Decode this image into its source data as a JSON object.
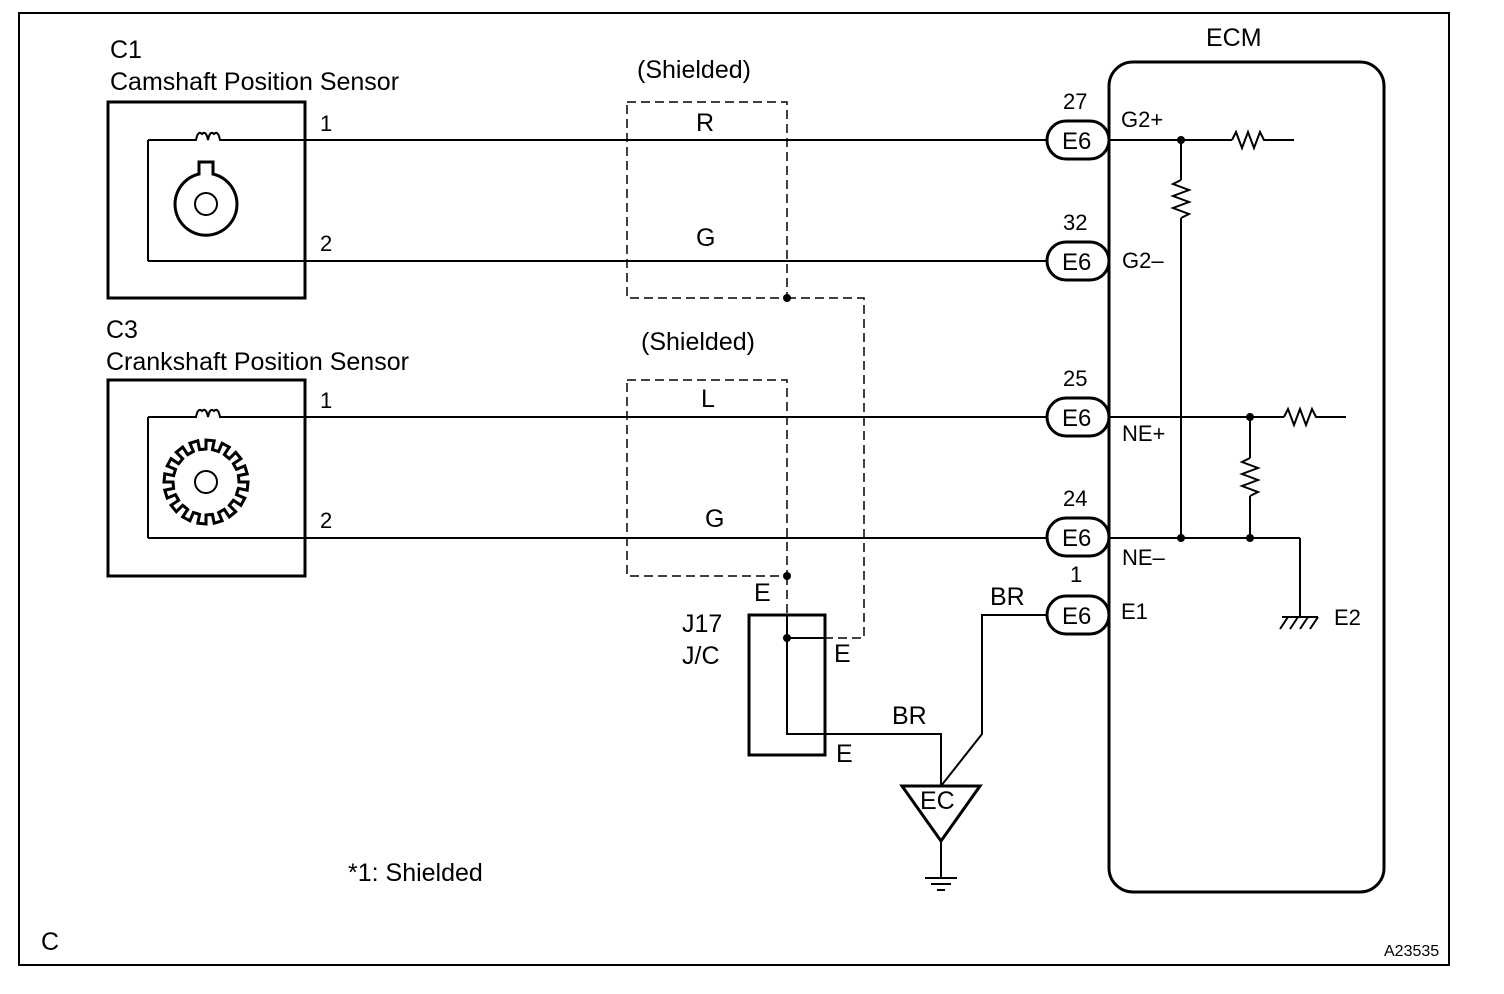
{
  "sensors": {
    "cam": {
      "code": "C1",
      "name": "Camshaft Position Sensor",
      "pin1": "1",
      "pin2": "2"
    },
    "crank": {
      "code": "C3",
      "name": "Crankshaft Position Sensor",
      "pin1": "1",
      "pin2": "2"
    }
  },
  "shield_labels": {
    "top": "(Shielded)",
    "bottom": "(Shielded)"
  },
  "wire_colors": {
    "cam_pos": "R",
    "cam_neg": "G",
    "crank_pos": "L",
    "crank_neg": "G",
    "ground_1": "BR",
    "ground_2": "BR"
  },
  "ecm": {
    "title": "ECM",
    "connectors": [
      {
        "pin": "27",
        "connector": "E6",
        "terminal": "G2+"
      },
      {
        "pin": "32",
        "connector": "E6",
        "terminal": "G2–"
      },
      {
        "pin": "25",
        "connector": "E6",
        "terminal": "NE+"
      },
      {
        "pin": "24",
        "connector": "E6",
        "terminal": "NE–"
      },
      {
        "pin": "1",
        "connector": "E6",
        "terminal": "E1"
      }
    ],
    "ground_terminal": "E2"
  },
  "junction": {
    "code": "J17",
    "name": "J/C",
    "pin_top": "E",
    "pin_right": "E",
    "pin_bottom": "E"
  },
  "ground_point": "EC",
  "footnote": "*1: Shielded",
  "corner_letter": "C",
  "figure_id": "A23535"
}
